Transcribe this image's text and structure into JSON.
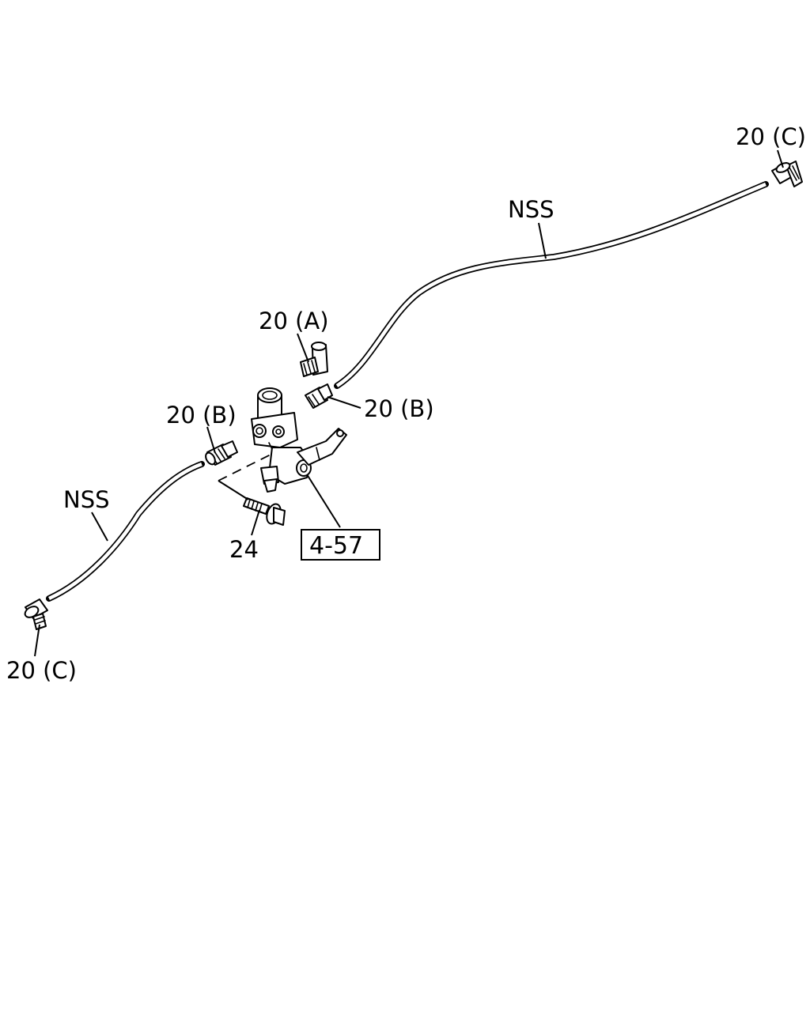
{
  "diagram": {
    "colors": {
      "line": "#000000",
      "background": "#ffffff"
    },
    "labels": {
      "fitting_c_upper": "20 (C)",
      "pipe_upper": "NSS",
      "fitting_a": "20 (A)",
      "fitting_b_left": "20 (B)",
      "fitting_b_right": "20 (B)",
      "pipe_lower": "NSS",
      "bolt": "24",
      "reference": "4-57",
      "fitting_c_lower": "20 (C)"
    }
  }
}
